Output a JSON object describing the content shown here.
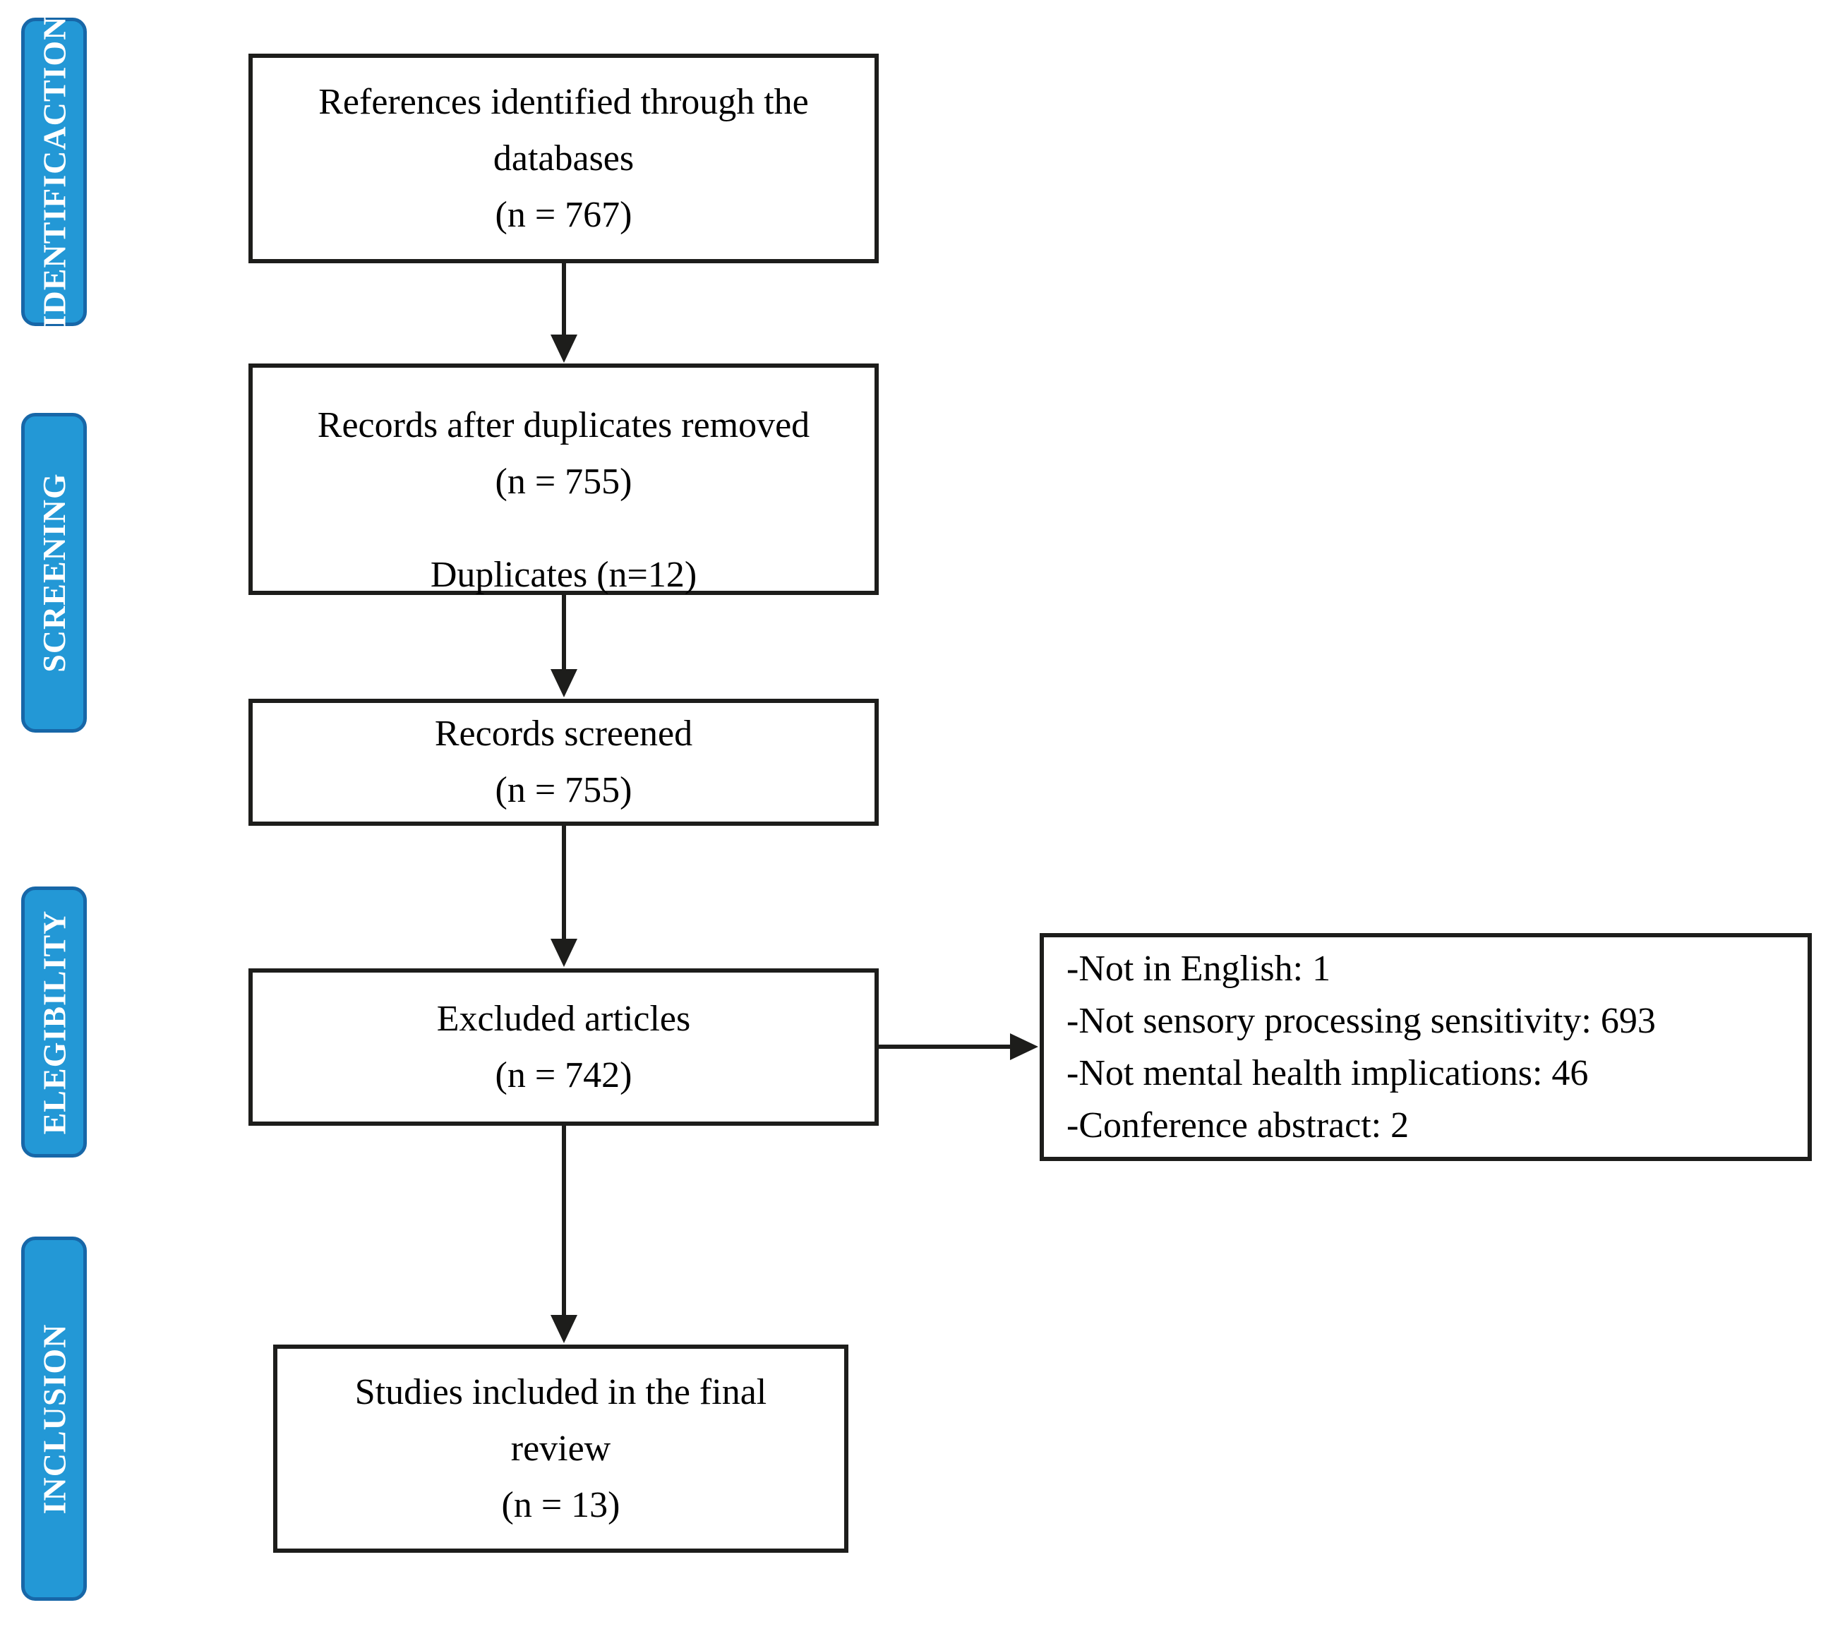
{
  "colors": {
    "stage_fill": "#2398d6",
    "stage_border": "#1767a8",
    "stage_text": "#ffffff",
    "box_border": "#1d1d1b",
    "box_text": "#000000"
  },
  "stages": {
    "items": [
      {
        "label": "IDENTIFICACTION"
      },
      {
        "label": "SCREENING"
      },
      {
        "label": "ELEGIBILITY"
      },
      {
        "label": "INCLUSION"
      }
    ]
  },
  "boxes": {
    "identified": {
      "lines": [
        "References identified through the",
        "databases",
        "(n = 767)"
      ]
    },
    "deduplicated": {
      "lines": [
        "Records after duplicates removed",
        "(n = 755)"
      ],
      "note": "Duplicates (n=12)"
    },
    "screened": {
      "lines": [
        "Records screened",
        "(n = 755)"
      ]
    },
    "excluded": {
      "lines": [
        "Excluded articles",
        "(n = 742)"
      ]
    },
    "exclusion_reasons": {
      "lines": [
        "-Not in English: 1",
        "-Not sensory processing sensitivity: 693",
        "-Not mental health implications: 46",
        "-Conference abstract: 2"
      ]
    },
    "included": {
      "lines": [
        "Studies included in the final",
        "review",
        "(n = 13)"
      ]
    }
  }
}
